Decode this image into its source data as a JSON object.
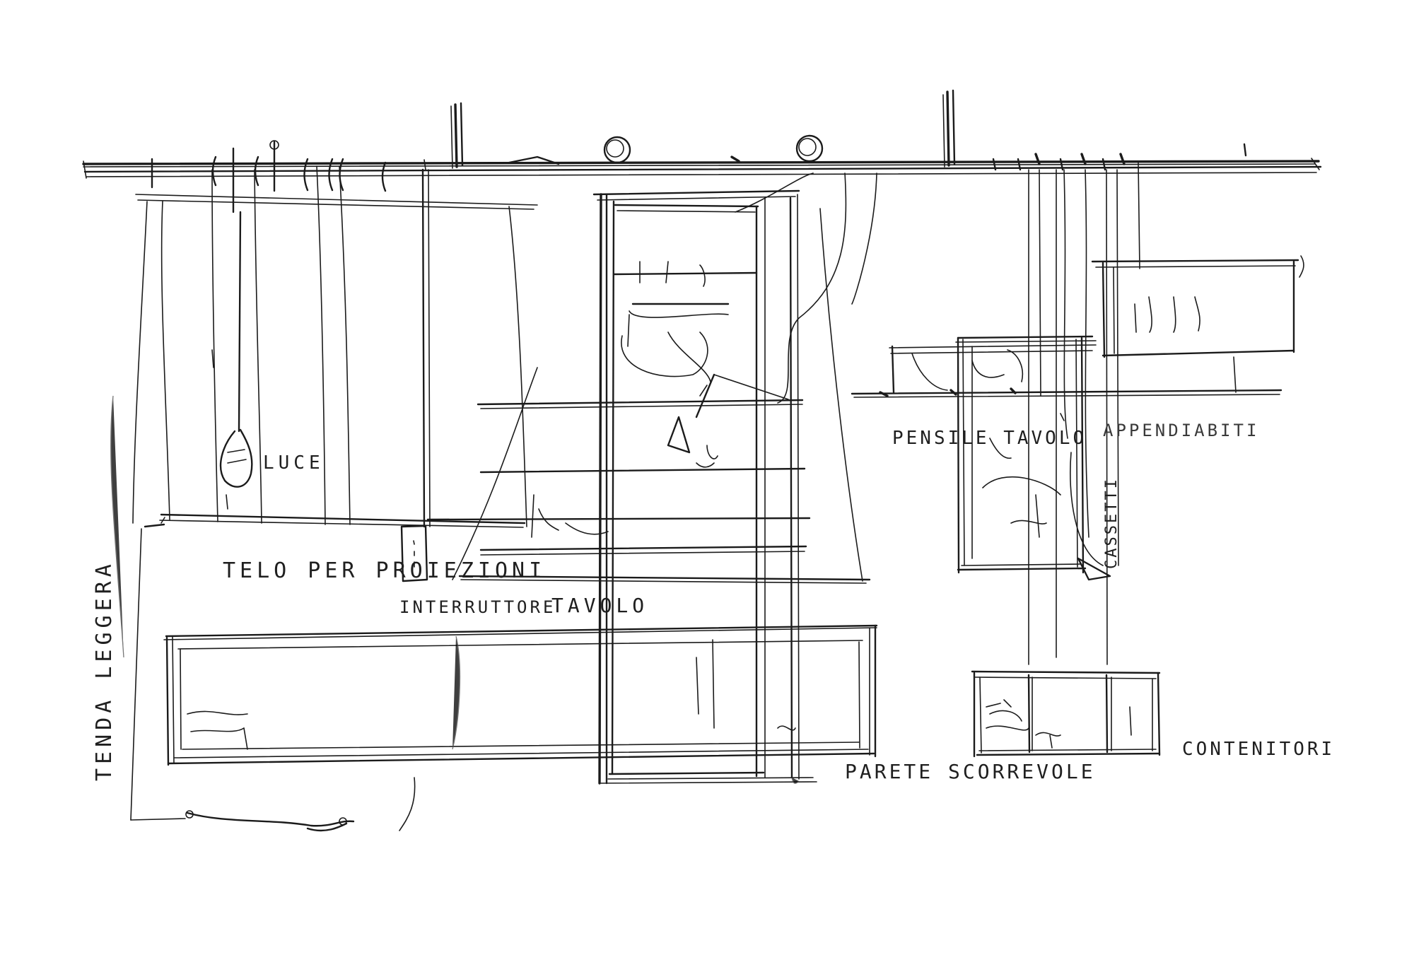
{
  "annotations": {
    "luce": "LUCE",
    "telo_per_proiezioni": "TELO PER PROIEZIONI",
    "interruttore": "INTERRUTTORE",
    "tavolo": "TAVOLO",
    "tenda_leggera": "TENDA LEGGERA",
    "parete_scorrevole": "PARETE SCORREVOLE",
    "pensile_tavolo": "PENSILE TAVOLO",
    "appendiabiti": "APPENDIABITI",
    "cassetti": "CASSETTI",
    "contenitori": "CONTENITORI"
  },
  "colors": {
    "ink": "#1b1b1b",
    "paper": "#ffffff"
  }
}
